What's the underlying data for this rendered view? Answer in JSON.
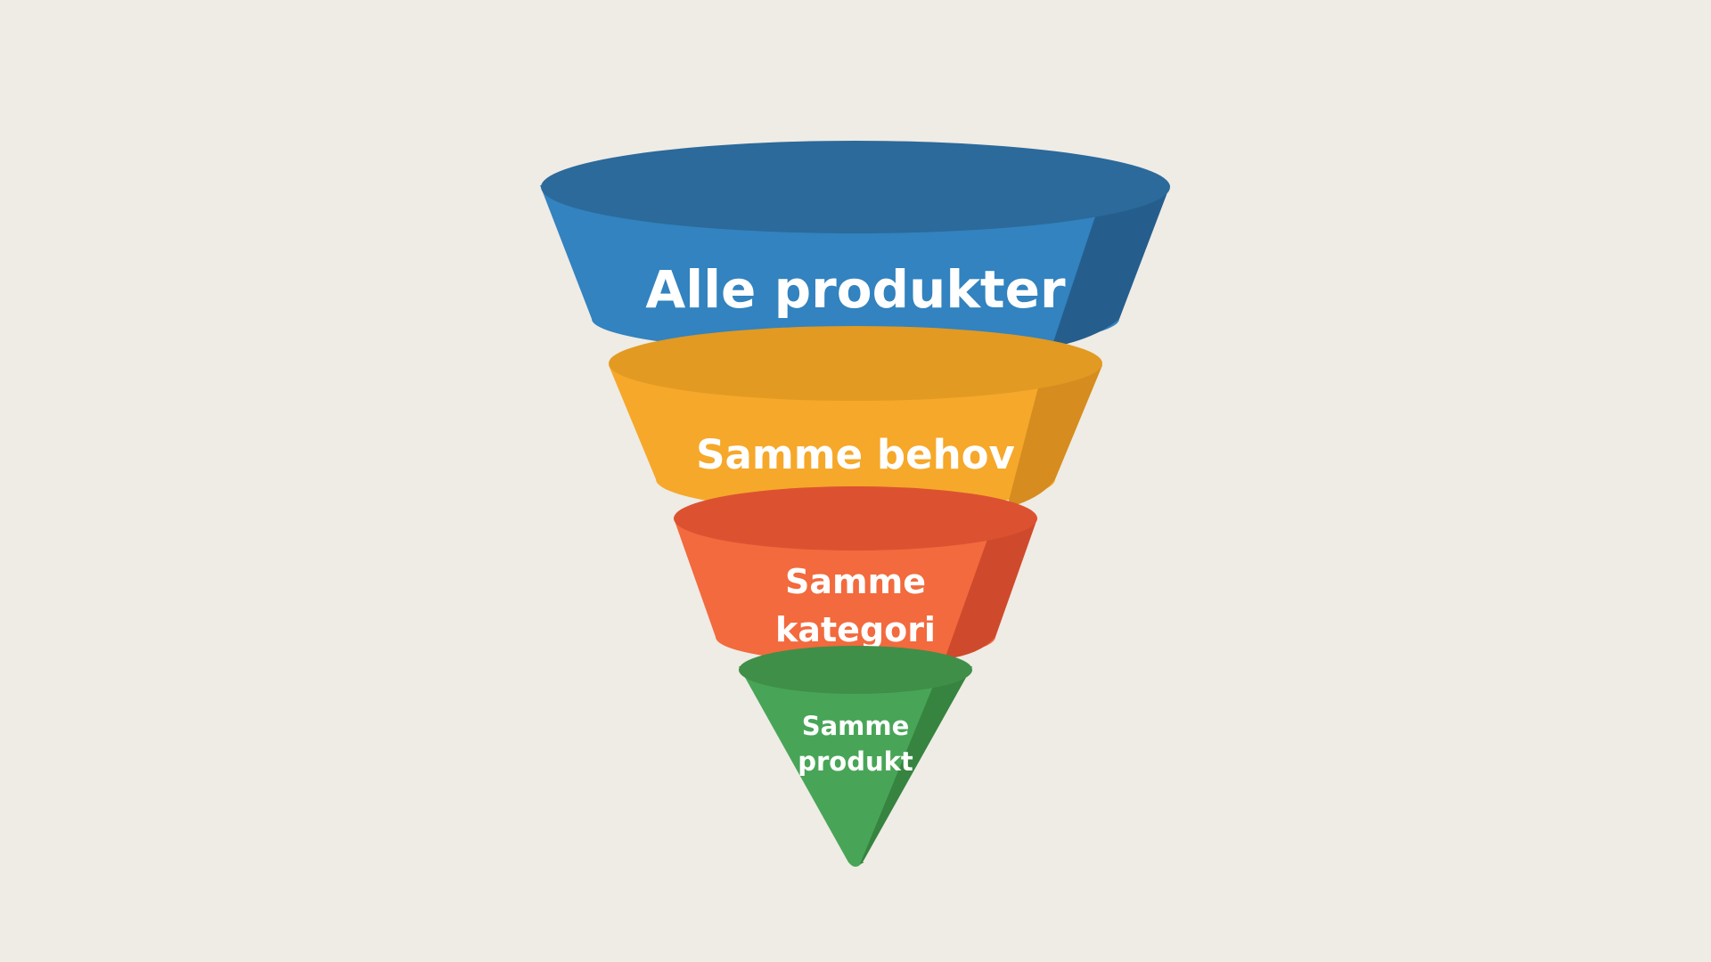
{
  "background_color": "#efebe5",
  "funnel": {
    "levels": [
      {
        "lines": [
          "Alle produkter"
        ],
        "colors": {
          "top": "#2b6a9b",
          "body": "#3283bf",
          "shade": "#255e8c"
        }
      },
      {
        "lines": [
          "Samme behov"
        ],
        "colors": {
          "top": "#e29a22",
          "body": "#f6a82a",
          "shade": "#d68c1e"
        }
      },
      {
        "lines": [
          "Samme",
          "kategori"
        ],
        "colors": {
          "top": "#dc5231",
          "body": "#f26a3d",
          "shade": "#cf4a2c"
        }
      },
      {
        "lines": [
          "Samme",
          "produkt"
        ],
        "colors": {
          "top": "#3f8f48",
          "body": "#48a557",
          "shade": "#36843f"
        }
      }
    ]
  }
}
